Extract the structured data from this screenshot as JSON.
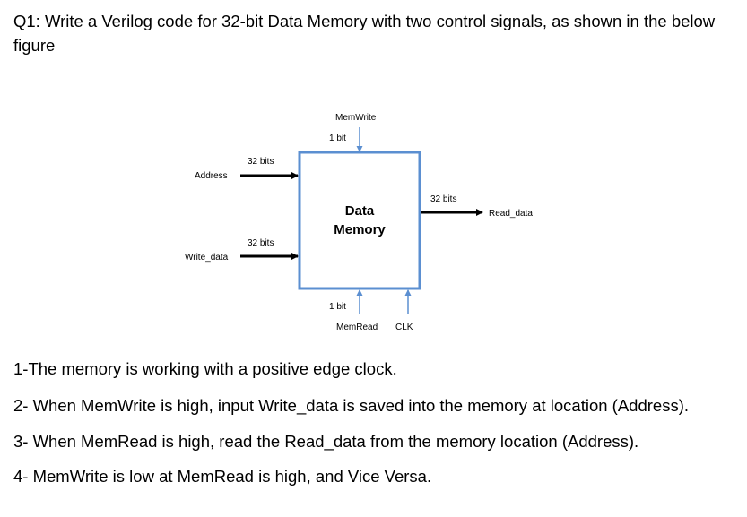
{
  "question": {
    "text": "Q1: Write a Verilog code for 32-bit Data Memory with two control signals, as shown in the below figure"
  },
  "diagram": {
    "block_label_line1": "Data",
    "block_label_line2": "Memory",
    "memwrite_label": "MemWrite",
    "memwrite_width": "1 bit",
    "address_label": "Address",
    "address_width": "32 bits",
    "write_data_label": "Write_data",
    "write_data_width": "32 bits",
    "read_data_label": "Read_data",
    "read_data_width": "32 bits",
    "memread_width": "1 bit",
    "memread_label": "MemRead",
    "clk_label": "CLK",
    "colors": {
      "block_border": "#5b8fd1",
      "line": "#000000"
    }
  },
  "notes": [
    "1-The memory is working with a positive edge clock.",
    "2- When MemWrite is high, input Write_data is saved into the memory at location (Address).",
    "3- When MemRead is high, read the Read_data from the memory location (Address).",
    "4- MemWrite is low at MemRead is high, and Vice Versa."
  ]
}
